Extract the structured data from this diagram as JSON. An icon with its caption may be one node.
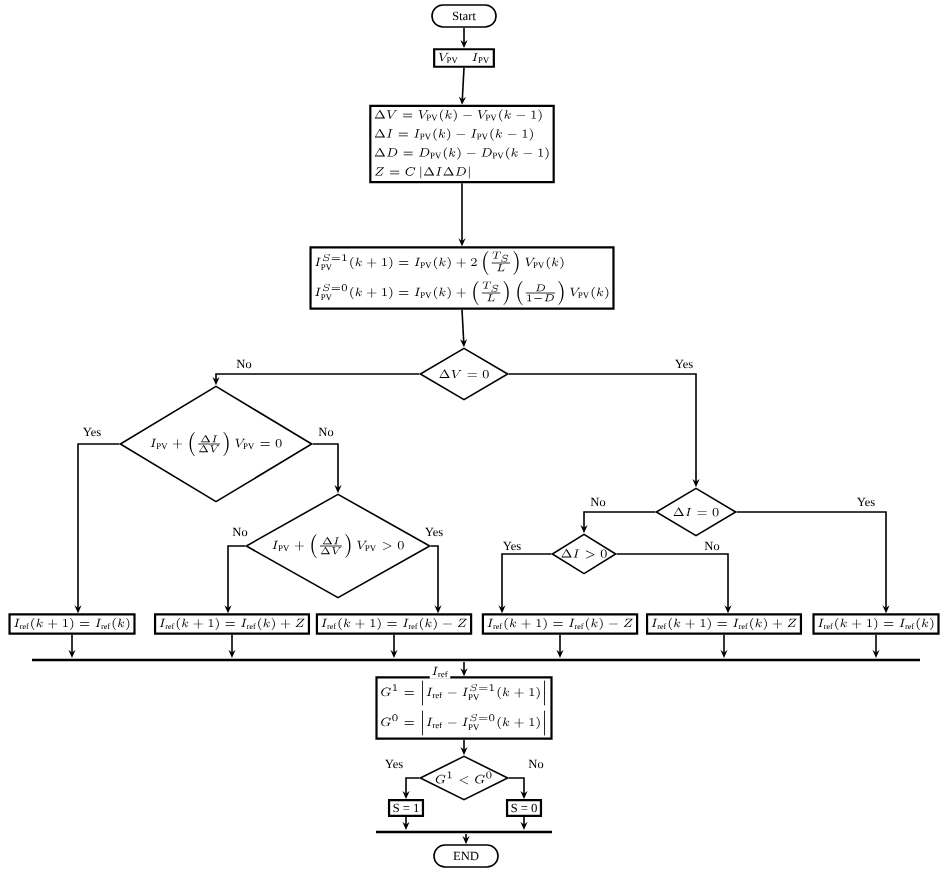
{
  "diagram": {
    "nodes": [
      {
        "text": [
          "Start"
        ]
      },
      {
        "text": [
          "V_{\\mathrm{PV}}\\quad I_{\\mathrm{PV}}"
        ]
      },
      {
        "text": [
          "\\Delta V = V_{\\mathrm{PV}}(k) - V_{\\mathrm{PV}}(k-1)",
          "\\Delta I = I_{\\mathrm{PV}}(k) - I_{\\mathrm{PV}}(k-1)",
          "\\Delta D = D_{\\mathrm{PV}}(k) - D_{\\mathrm{PV}}(k-1)",
          "Z = C\\left|\\Delta I\\Delta D\\right|"
        ]
      },
      {
        "text": [
          "I_{\\mathrm{PV}}^{S=1}(k+1) = I_{\\mathrm{PV}}(k) + 2\\left(\\frac{T_S}{L}\\right)V_{\\mathrm{PV}}(k)",
          "I_{\\mathrm{PV}}^{S=0}(k+1) = I_{\\mathrm{PV}}(k) + \\left(\\frac{T_S}{L}\\right)\\left(\\frac{D}{1-D}\\right)V_{\\mathrm{PV}}(k)"
        ]
      },
      {
        "text": [
          "\\Delta V = 0"
        ]
      },
      {
        "text": [
          "I_{\\mathrm{PV}} + \\left(\\frac{\\Delta I}{\\Delta V}\\right)V_{\\mathrm{PV}} = 0"
        ]
      },
      {
        "text": [
          "I_{\\mathrm{PV}} + \\left(\\frac{\\Delta I}{\\Delta V}\\right)V_{\\mathrm{PV}} > 0"
        ]
      },
      {
        "text": [
          "\\Delta I = 0"
        ]
      },
      {
        "text": [
          "\\Delta I > 0"
        ]
      },
      {
        "text": [
          "I_{\\mathrm{ref}}(k+1) = I_{\\mathrm{ref}}(k)"
        ]
      },
      {
        "text": [
          "I_{\\mathrm{ref}}(k+1) = I_{\\mathrm{ref}}(k) + Z"
        ]
      },
      {
        "text": [
          "I_{\\mathrm{ref}}(k+1) = I_{\\mathrm{ref}}(k) - Z"
        ]
      },
      {
        "text": [
          "I_{\\mathrm{ref}}(k+1) = I_{\\mathrm{ref}}(k) - Z"
        ]
      },
      {
        "text": [
          "I_{\\mathrm{ref}}(k+1) = I_{\\mathrm{ref}}(k) + Z"
        ]
      },
      {
        "text": [
          "I_{\\mathrm{ref}}(k+1) = I_{\\mathrm{ref}}(k)"
        ]
      },
      {
        "text": [],
        "shape": "bar"
      },
      {
        "text": [
          "G^{1} = \\left|I_{\\mathrm{ref}} - I_{\\mathrm{PV}}^{S=1}(k+1)\\right|",
          "G^{0} = \\left|I_{\\mathrm{ref}} - I_{\\mathrm{PV}}^{S=0}(k+1)\\right|"
        ]
      },
      {
        "text": [
          "G^{1} < G^{0}"
        ]
      },
      {
        "text": [
          "S = 1"
        ]
      },
      {
        "text": [
          "S = 0"
        ]
      },
      {
        "text": [],
        "shape": "bar"
      },
      {
        "text": [
          "END"
        ]
      }
    ],
    "edges": [
      {
        "from": 0,
        "to": 1,
        "arrow": "to"
      },
      {
        "from": 1,
        "to": 2,
        "arrow": "to"
      },
      {
        "from": 2,
        "to": 3,
        "arrow": "to"
      },
      {
        "from": 3,
        "to": 4,
        "arrow": "to"
      },
      {
        "from": 4,
        "to": 5,
        "arrow": "to",
        "label": "No"
      },
      {
        "from": 4,
        "to": 7,
        "arrow": "to",
        "label": "Yes"
      },
      {
        "from": 5,
        "to": 9,
        "arrow": "to",
        "label": "Yes"
      },
      {
        "from": 5,
        "to": 6,
        "arrow": "to",
        "label": "No"
      },
      {
        "from": 6,
        "to": 10,
        "arrow": "to",
        "label": "No"
      },
      {
        "from": 6,
        "to": 11,
        "arrow": "to",
        "label": "Yes"
      },
      {
        "from": 7,
        "to": 8,
        "arrow": "to",
        "label": "No"
      },
      {
        "from": 7,
        "to": 14,
        "arrow": "to",
        "label": "Yes"
      },
      {
        "from": 8,
        "to": 12,
        "arrow": "to",
        "label": "Yes"
      },
      {
        "from": 8,
        "to": 13,
        "arrow": "to",
        "label": "No"
      },
      {
        "from": 9,
        "to": 15,
        "arrow": "to"
      },
      {
        "from": 10,
        "to": 15,
        "arrow": "to"
      },
      {
        "from": 11,
        "to": 15,
        "arrow": "to"
      },
      {
        "from": 12,
        "to": 15,
        "arrow": "to"
      },
      {
        "from": 13,
        "to": 15,
        "arrow": "to"
      },
      {
        "from": 14,
        "to": 15,
        "arrow": "to"
      },
      {
        "from": 15,
        "to": 16,
        "arrow": "to",
        "label": "I_{\\mathrm{ref}}"
      },
      {
        "from": 16,
        "to": 17,
        "arrow": "to"
      },
      {
        "from": 17,
        "to": 18,
        "arrow": "to",
        "label": "Yes"
      },
      {
        "from": 17,
        "to": 19,
        "arrow": "to",
        "label": "No"
      },
      {
        "from": 18,
        "to": 20,
        "arrow": "to"
      },
      {
        "from": 19,
        "to": 20,
        "arrow": "to"
      },
      {
        "from": 20,
        "to": 21,
        "arrow": "to"
      }
    ]
  }
}
